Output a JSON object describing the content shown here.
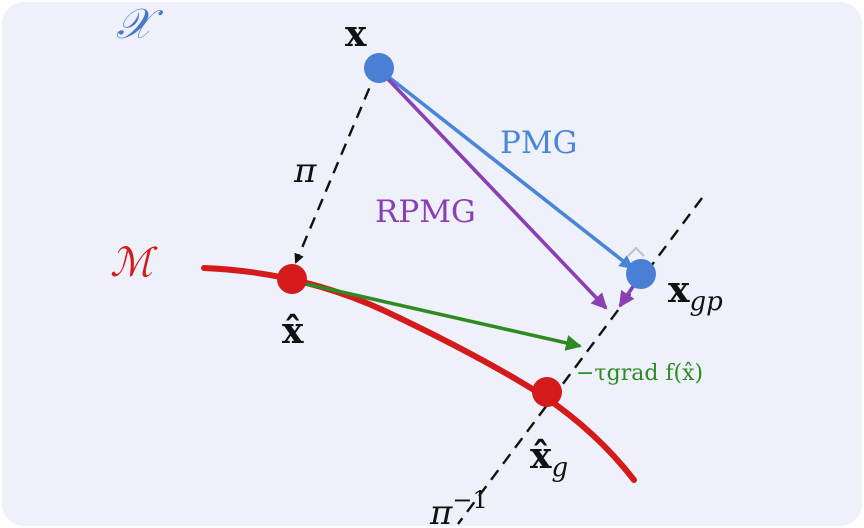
{
  "labels": {
    "space_x": "𝒳",
    "manifold": "ℳ",
    "x": "x",
    "pi": "π",
    "pmg": "PMG",
    "rpmg": "RPMG",
    "x_gp_base": "x",
    "x_gp_sub": "gp",
    "x_hat": "x̂",
    "grad": "−τgrad f(x̂)",
    "x_hat_g_base": "x̂",
    "x_hat_g_sub": "g",
    "pi_inv_base": "π",
    "pi_inv_sup": "−1"
  },
  "colors": {
    "background": "#eef1fa",
    "space_label": "#4a78c8",
    "manifold": "#d41a1a",
    "point_x": "#4a7fd6",
    "pmg": "#4a86d8",
    "rpmg": "#8a3fb4",
    "grad": "#2f8a23",
    "dashed": "#111111",
    "text": "#111111"
  }
}
